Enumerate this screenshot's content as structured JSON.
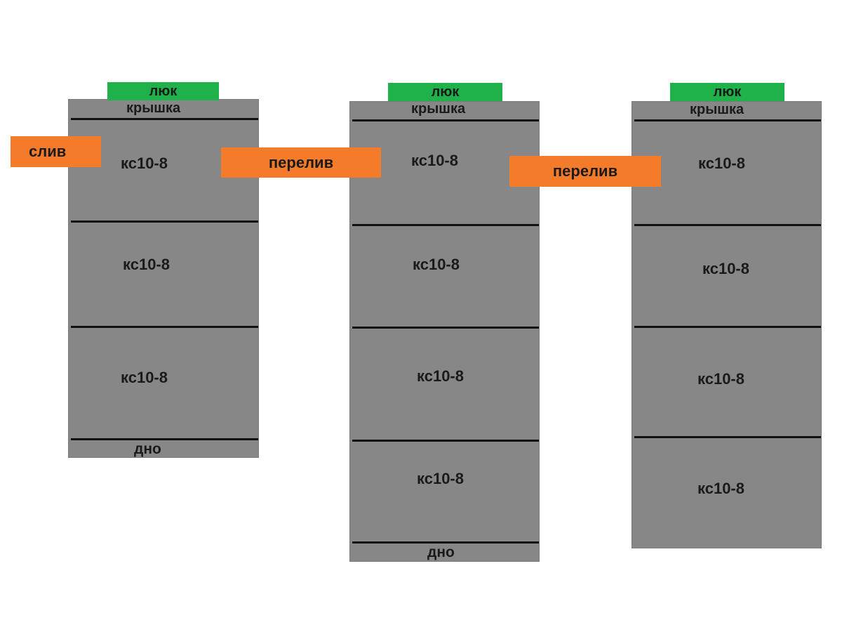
{
  "colors": {
    "well": "#878787",
    "divider": "#111111",
    "hatch": "#1fb24a",
    "pipe": "#f47b2a"
  },
  "wells": [
    {
      "hatch": "люк",
      "cap": "крышка",
      "rings": [
        "кс10-8",
        "кс10-8",
        "кс10-8"
      ],
      "bottom": "дно"
    },
    {
      "hatch": "люк",
      "cap": "крышка",
      "rings": [
        "кс10-8",
        "кс10-8",
        "кс10-8",
        "кс10-8"
      ],
      "bottom": "дно"
    },
    {
      "hatch": "люк",
      "cap": "крышка",
      "rings": [
        "кс10-8",
        "кс10-8",
        "кс10-8",
        "кс10-8"
      ]
    }
  ],
  "pipes": {
    "drain": "слив",
    "overflow_1": "перелив",
    "overflow_2": "перелив"
  }
}
